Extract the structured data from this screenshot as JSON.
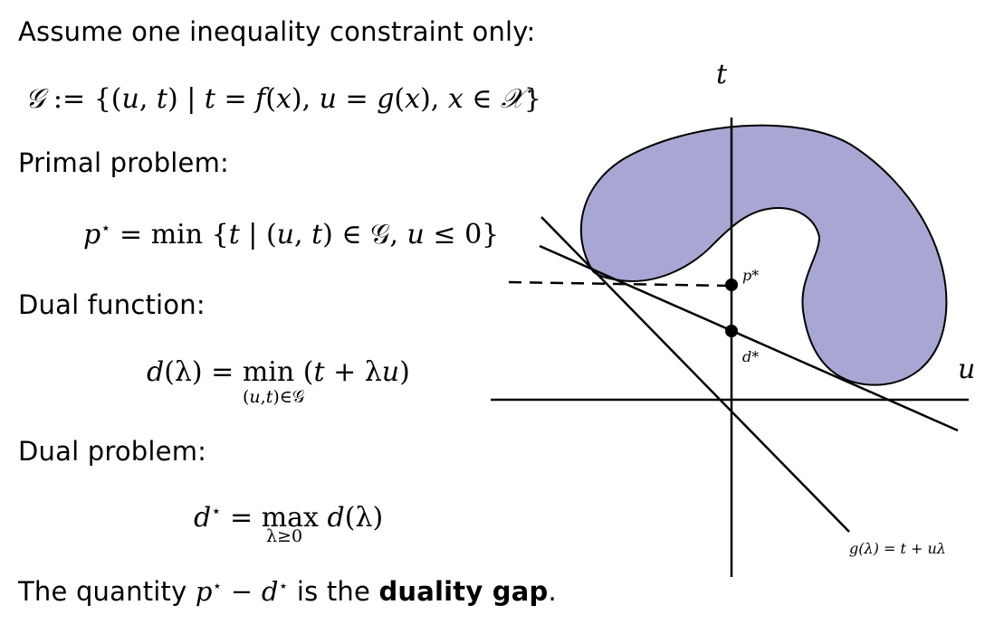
{
  "text": {
    "assume": "Assume one inequality constraint only:",
    "primal_heading": "Primal problem:",
    "dual_function_heading": "Dual function:",
    "dual_problem_heading": "Dual problem:",
    "gap_prefix": "The quantity ",
    "gap_middle": " is the ",
    "gap_bold": "duality gap",
    "gap_suffix": "."
  },
  "equations": {
    "set_def": {
      "lhs": "𝒢",
      "def": " := {(",
      "u1": "u",
      "comma1": ", ",
      "t1": "t",
      "bar": ") | ",
      "t2": "t",
      "eq1": " = ",
      "f": "f",
      "px1": "(",
      "x1": "x",
      "px1c": "),  ",
      "u2": "u",
      "eq2": " = ",
      "g": "g",
      "px2": "(",
      "x2": "x",
      "px2c": "),  ",
      "x3": "x",
      "in": " ∈ ",
      "X": "𝒳",
      "close": "}"
    },
    "primal": {
      "p": "p",
      "star": "⋆",
      "eq": " = min {",
      "t1": "t",
      "bar": " | (",
      "u": "u",
      "comma": ", ",
      "t2": "t",
      "in": ") ∈ 𝒢,  ",
      "u2": "u",
      "le": " ≤ 0}"
    },
    "dual_function": {
      "d": "d",
      "arg": "(λ) = ",
      "min": "min",
      "expr_open": " (",
      "t": "t",
      "plus": " + λ",
      "u": "u",
      "expr_close": ")",
      "subscript": {
        "open": "(",
        "u": "u",
        "comma": ",",
        "t": "t",
        "close": ")∈𝒢"
      }
    },
    "dual_problem": {
      "d": "d",
      "star": "⋆",
      "eq": " = ",
      "max": "max",
      "d2": "d",
      "arg": "(λ)",
      "subscript": "λ≥0"
    },
    "gap": {
      "p": "p",
      "star1": "⋆",
      "minus": " − ",
      "d": "d",
      "star2": "⋆"
    }
  },
  "diagram": {
    "axis_t_label": "t",
    "axis_u_label": "u",
    "p_star_label": "p*",
    "d_star_label": "d*",
    "g_lambda_label": "g(λ) = t + uλ",
    "region_color": "#a8a6d2"
  }
}
